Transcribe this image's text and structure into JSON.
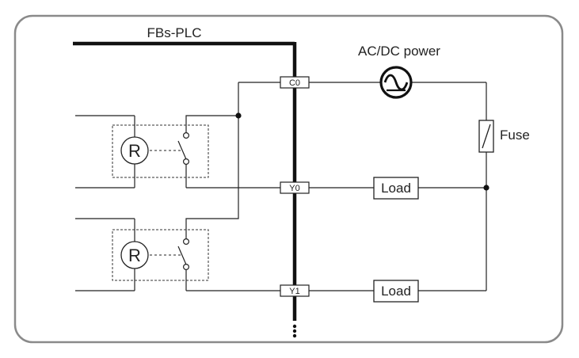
{
  "plc_label": "FBs-PLC",
  "power_label": "AC/DC power",
  "fuse_label": "Fuse",
  "terminals": {
    "c0": "C0",
    "y0": "Y0",
    "y1": "Y1"
  },
  "loads": {
    "load1": "Load",
    "load2": "Load"
  },
  "relays": {
    "relay1": "R",
    "relay2": "R"
  },
  "colors": {
    "frame": "#8a8a8a",
    "line": "#222222",
    "bus": "#111111"
  }
}
